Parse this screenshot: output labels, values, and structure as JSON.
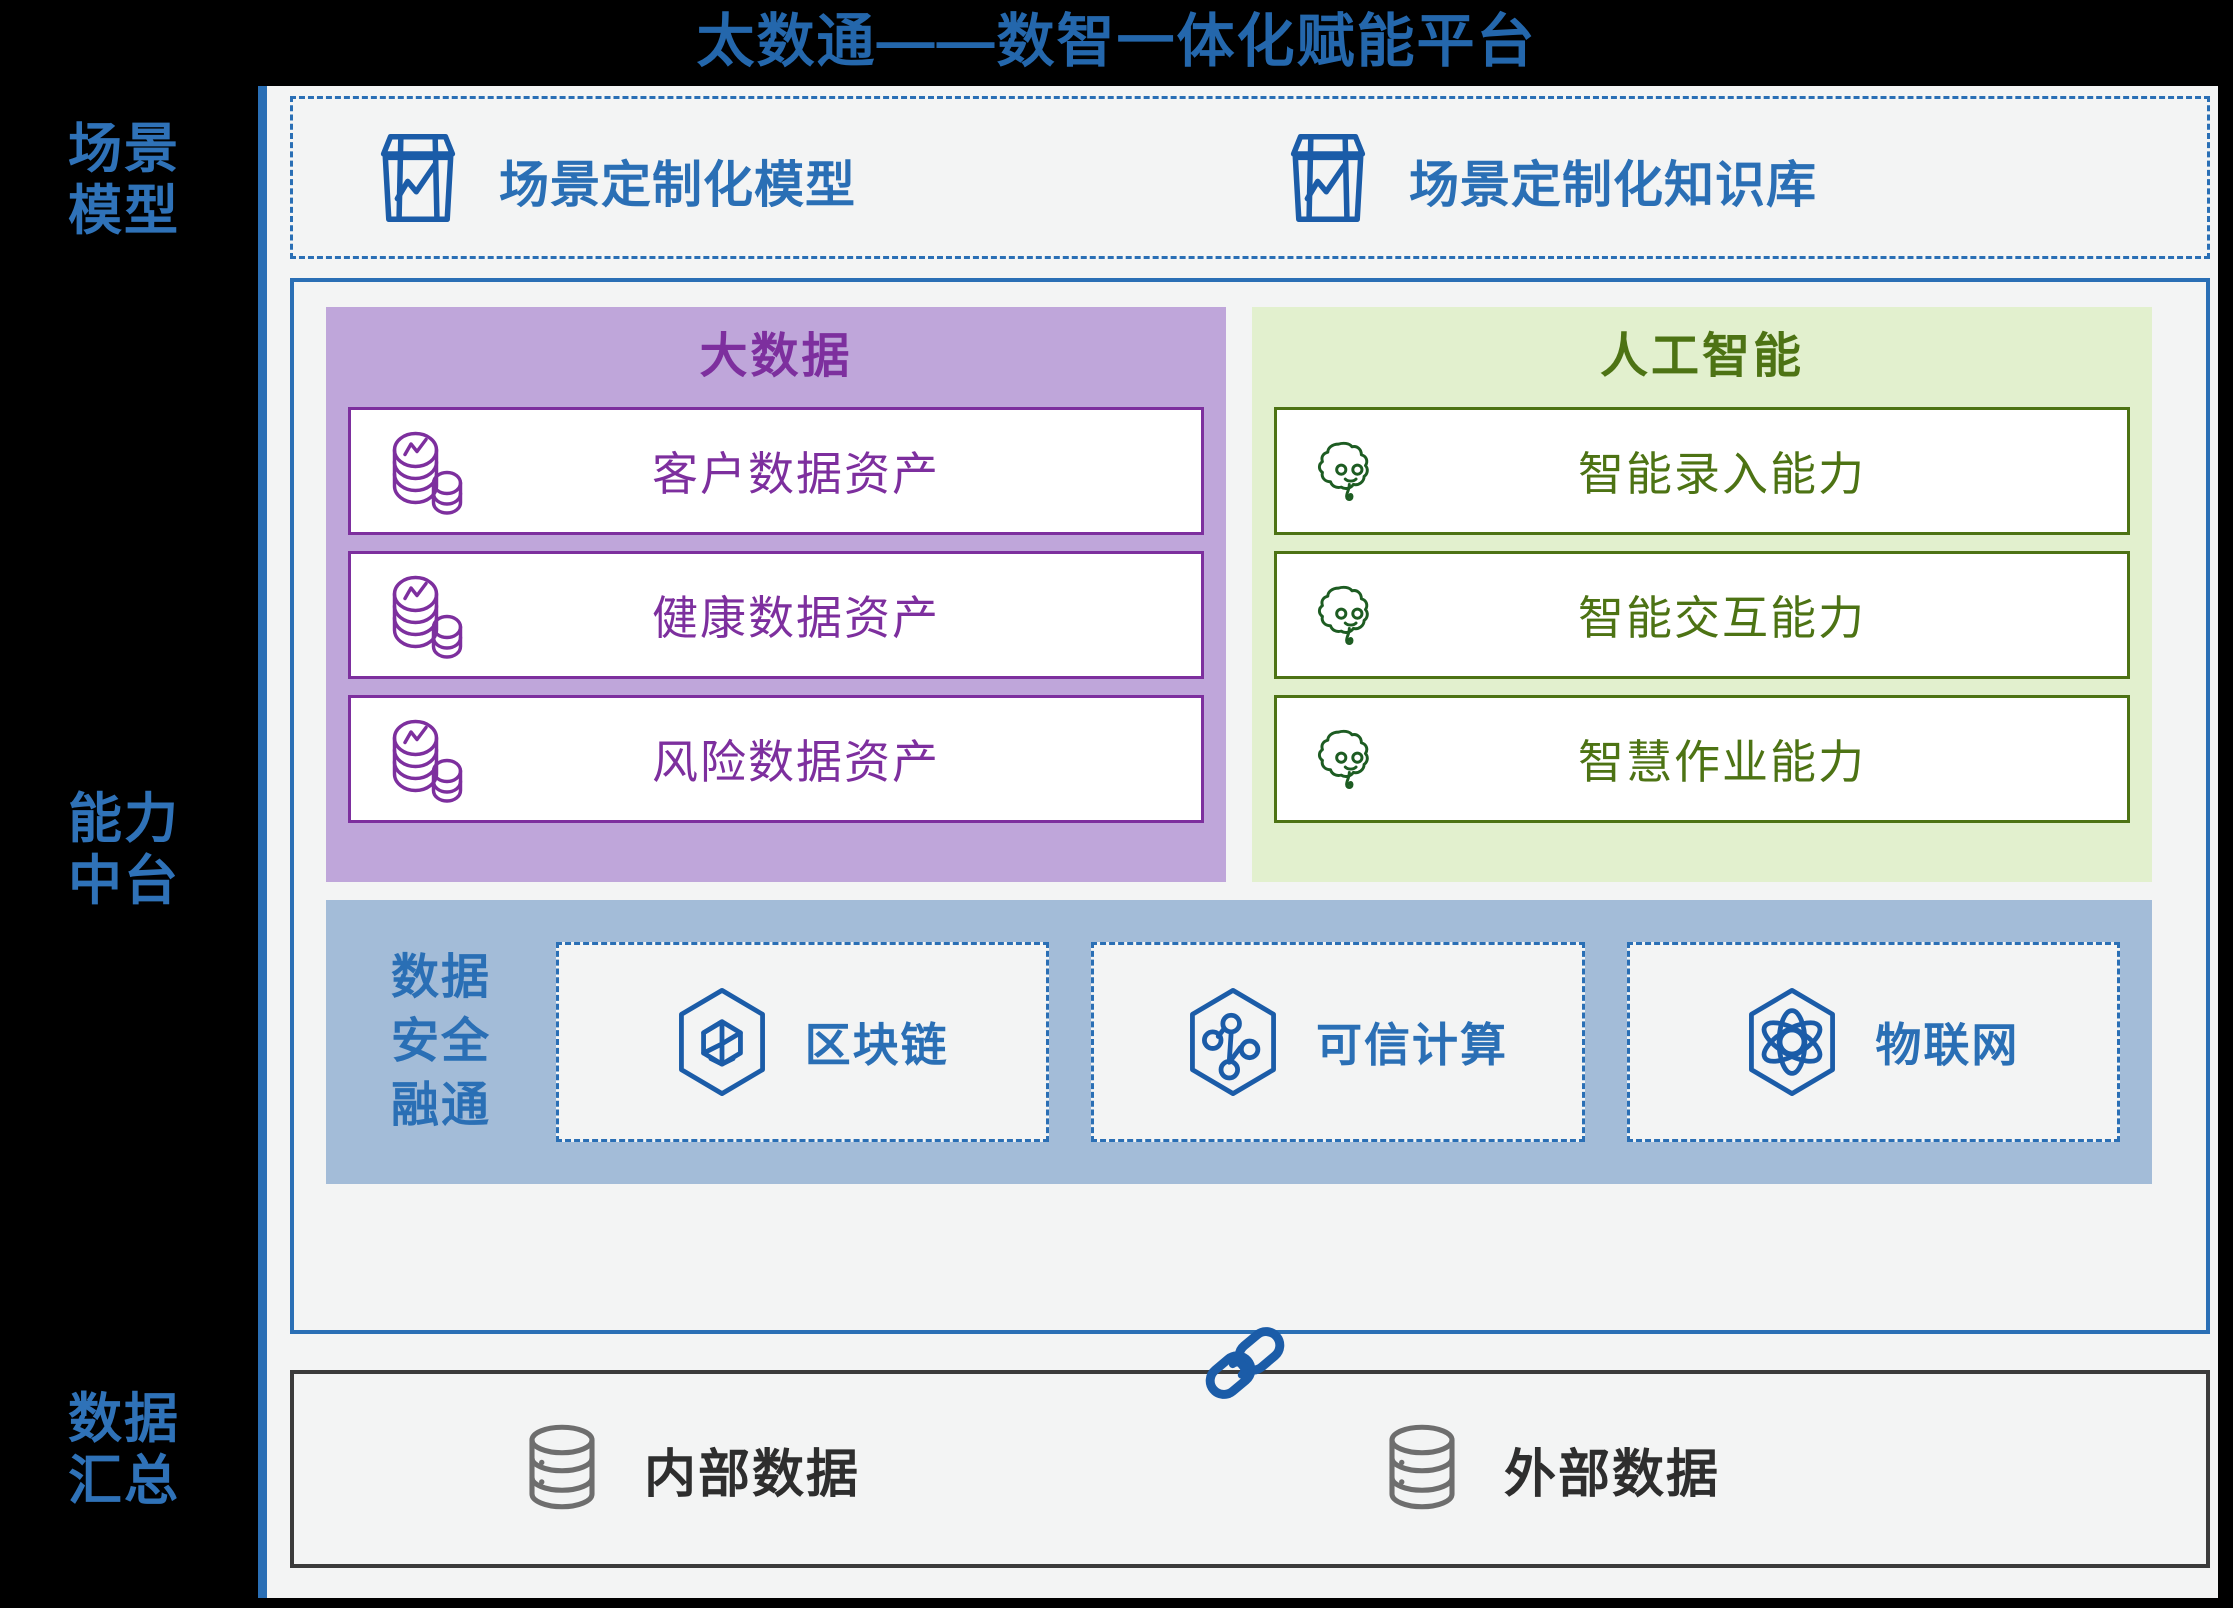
{
  "title": "太数通——数智一体化赋能平台",
  "colors": {
    "title_blue": "#2467ac",
    "frame_blue": "#2a6fb5",
    "purple_fill": "#bfa6da",
    "purple_text": "#7d2f9e",
    "green_fill": "#e2f0ce",
    "green_text": "#4d7314",
    "steel_fill": "#a3bcd8",
    "gray_text": "#2e2e2e",
    "panel_bg": "#f3f4f4"
  },
  "rail": {
    "scene": "场景\n模型",
    "scene_line1": "场景",
    "scene_line2": "模型",
    "ability_line1": "能力",
    "ability_line2": "中台",
    "data_line1": "数据",
    "data_line2": "汇总"
  },
  "scene_model": {
    "items": [
      {
        "label": "场景定制化模型",
        "icon": "chart-box-icon"
      },
      {
        "label": "场景定制化知识库",
        "icon": "chart-box-icon"
      }
    ]
  },
  "ability": {
    "bigdata": {
      "title": "大数据",
      "items": [
        {
          "label": "客户数据资产",
          "icon": "coin-stack-chart-icon"
        },
        {
          "label": "健康数据资产",
          "icon": "coin-stack-chart-icon"
        },
        {
          "label": "风险数据资产",
          "icon": "coin-stack-chart-icon"
        }
      ]
    },
    "ai": {
      "title": "人工智能",
      "items": [
        {
          "label": "智能录入能力",
          "icon": "brain-icon"
        },
        {
          "label": "智能交互能力",
          "icon": "brain-icon"
        },
        {
          "label": "智慧作业能力",
          "icon": "brain-icon"
        }
      ]
    },
    "security": {
      "label_line1": "数据",
      "label_line2": "安全",
      "label_line3": "融通",
      "items": [
        {
          "label": "区块链",
          "icon": "hexagon-blocks-icon"
        },
        {
          "label": "可信计算",
          "icon": "hexagon-nodes-icon"
        },
        {
          "label": "物联网",
          "icon": "hexagon-atom-icon"
        }
      ]
    }
  },
  "connector": {
    "icon": "chain-link-icon"
  },
  "data_summary": {
    "items": [
      {
        "label": "内部数据",
        "icon": "database-icon"
      },
      {
        "label": "外部数据",
        "icon": "database-icon"
      }
    ]
  }
}
